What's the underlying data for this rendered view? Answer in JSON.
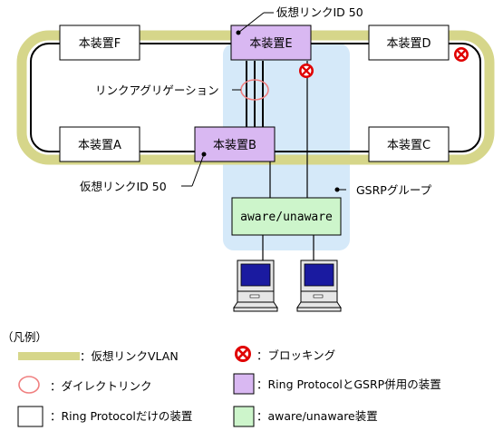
{
  "nodes": {
    "f": "本装置F",
    "e": "本装置E",
    "d": "本装置D",
    "a": "本装置A",
    "b": "本装置B",
    "c": "本装置C",
    "aware": "aware/unaware"
  },
  "labels": {
    "vlink_top": "仮想リンクID 50",
    "vlink_bottom": "仮想リンクID 50",
    "link_aggregation": "リンクアグリゲーション",
    "gsrp_group": "GSRPグループ"
  },
  "legend": {
    "title": "（凡例）",
    "vlan": "：仮想リンクVLAN",
    "direct_link": "：ダイレクトリンク",
    "ring_only": "：Ring Protocolだけの装置",
    "blocking": "：ブロッキング",
    "ring_gsrp": "：Ring ProtocolとGSRP併用の装置",
    "aware_device": "：aware/unaware装置"
  },
  "colors": {
    "vlan_band": "#d6d68a",
    "gsrp_area": "#d5e9f9",
    "ring_gsrp_device": "#d9b8f2",
    "aware_device": "#cdf5cb",
    "block_red": "#e00000",
    "direct_link_circle": "#f08080"
  }
}
